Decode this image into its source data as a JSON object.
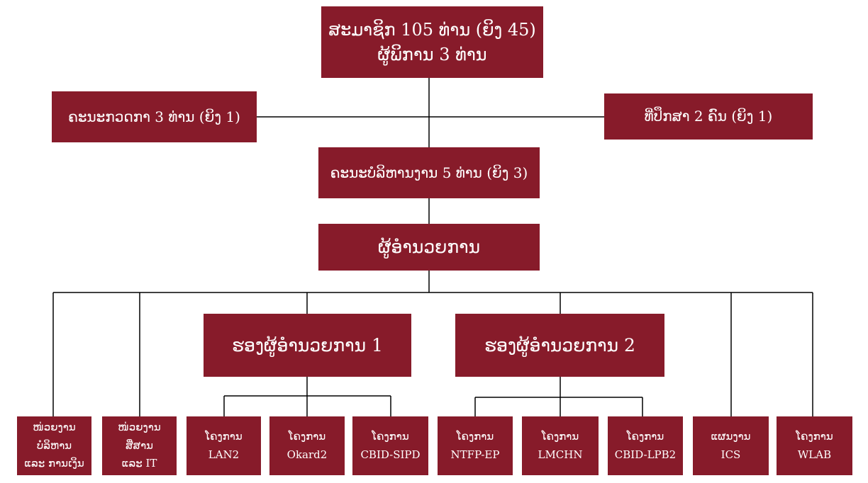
{
  "colors": {
    "box": "#871b2a",
    "box_text": "#ffffff",
    "line": "#000000"
  },
  "assembly": {
    "line1": "ສະມາຊິກ 105 ທ່ານ (ຍິງ 45)",
    "line2": "ຜູ້ພິການ 3 ທ່ານ"
  },
  "audit": {
    "label": "ຄະນະກວດກາ 3 ທ່ານ (ຍິງ 1)"
  },
  "advisors": {
    "label": "ທີ່ປຶກສາ 2 ຄົນ (ຍິງ 1)"
  },
  "board": {
    "label": "ຄະນະບໍລິຫານງານ 5 ທ່ານ (ຍິງ 3)"
  },
  "director": {
    "label": "ຜູ້ອຳນວຍການ"
  },
  "deputy1": {
    "label": "ຮອງຜູ້ອຳນວຍການ 1"
  },
  "deputy2": {
    "label": "ຮອງຜູ້ອຳນວຍການ 2"
  },
  "units": [
    {
      "lines": [
        "ໜ່ວຍງານ",
        "ບໍລິຫານ",
        "ແລະ ການເງິນ"
      ]
    },
    {
      "lines": [
        "ໜ່ວຍງານ",
        "ສື່ສານ",
        "ແລະ IT"
      ]
    },
    {
      "lines": [
        "ໂຄງການ",
        "LAN2"
      ]
    },
    {
      "lines": [
        "ໂຄງການ",
        "Okard2"
      ]
    },
    {
      "lines": [
        "ໂຄງການ",
        "CBID-SIPD"
      ]
    },
    {
      "lines": [
        "ໂຄງການ",
        "NTFP-EP"
      ]
    },
    {
      "lines": [
        "ໂຄງການ",
        "LMCHN"
      ]
    },
    {
      "lines": [
        "ໂຄງການ",
        "CBID-LPB2"
      ]
    },
    {
      "lines": [
        "ແຜນງານ",
        "ICS"
      ]
    },
    {
      "lines": [
        "ໂຄງການ",
        "WLAB"
      ]
    }
  ]
}
